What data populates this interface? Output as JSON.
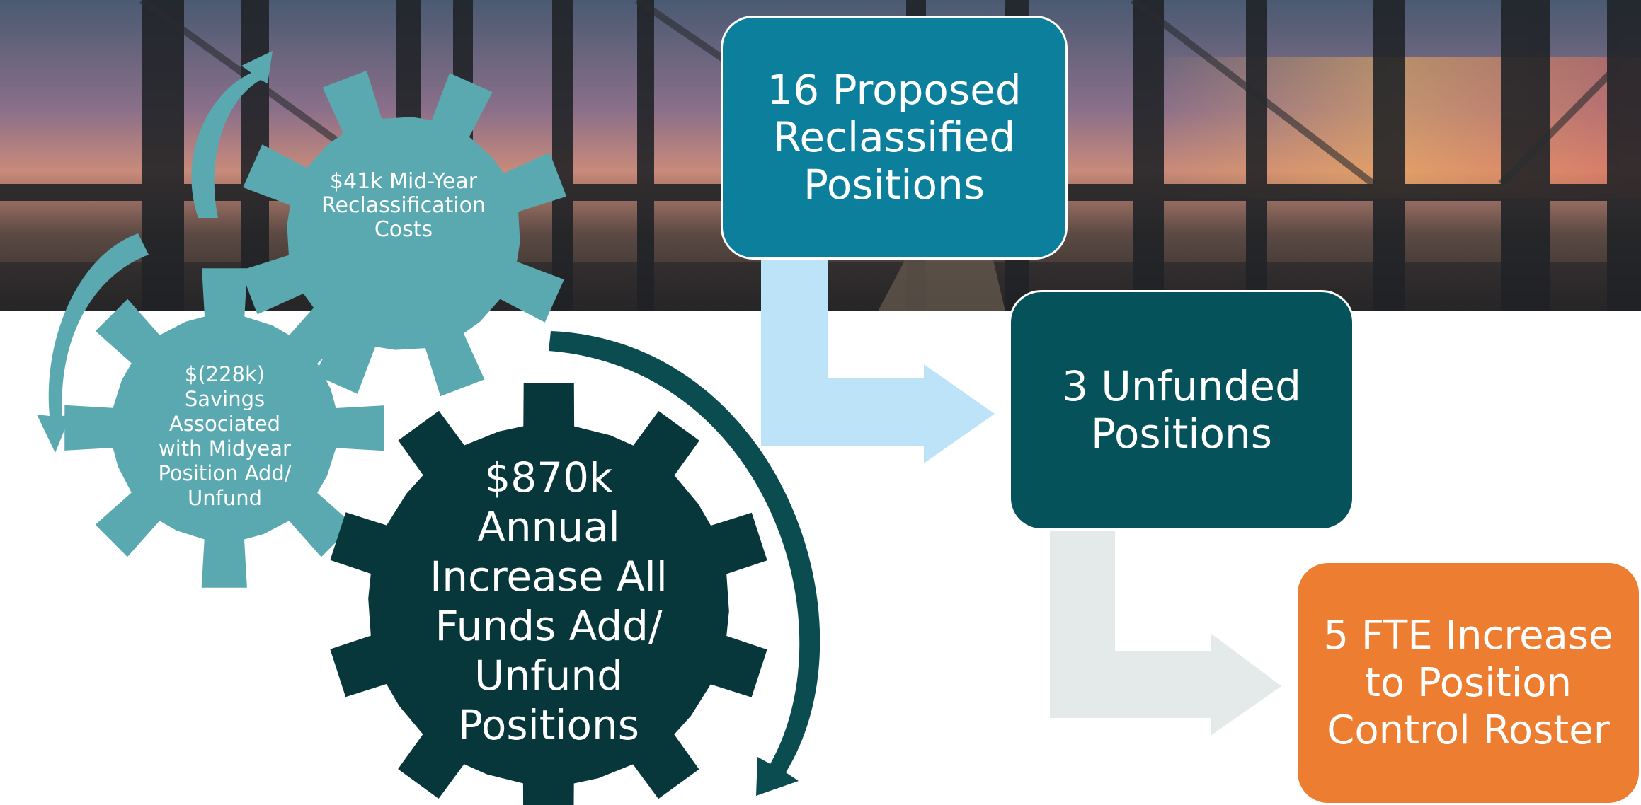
{
  "colors": {
    "gear_light": "#5aa9b0",
    "gear_dark": "#07373a",
    "arrow_light": "#5aa9b0",
    "arrow_dark": "#0b4c50",
    "box_blue": "#0b7f9c",
    "box_teal": "#06525a",
    "box_orange": "#ed7d31",
    "connector_blue": "#bde3f8",
    "connector_gray": "#e4eaea"
  },
  "icons": [
    "gear-icon",
    "curved-arrow-icon",
    "bent-arrow-icon"
  ],
  "gears": {
    "top": {
      "text": "$41k Mid-Year\nReclassification\nCosts"
    },
    "left": {
      "text": "$(228k)\nSavings\nAssociated\nwith Midyear\nPosition Add/\nUnfund"
    },
    "big": {
      "text": "$870k\nAnnual\nIncrease All\nFunds Add/\nUnfund\nPositions"
    }
  },
  "process": {
    "step1": "16 Proposed\nReclassified\nPositions",
    "step2": "3 Unfunded\nPositions",
    "step3": "5 FTE Increase\nto Position\nControl Roster"
  }
}
